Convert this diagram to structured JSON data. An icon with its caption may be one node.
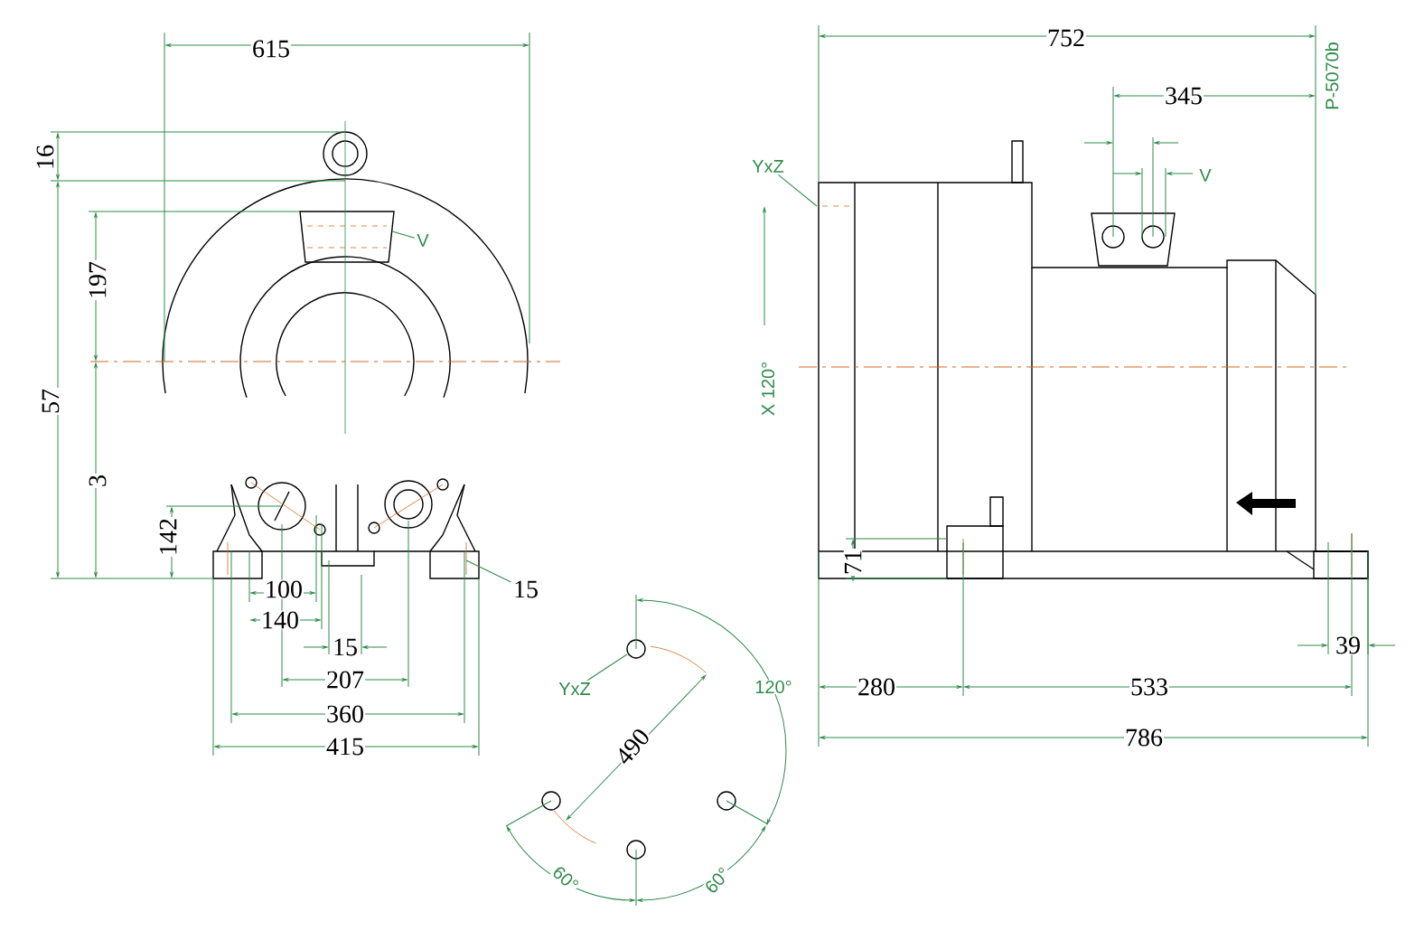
{
  "diagram": {
    "nodes": [
      {
        "text": [
          "YxZ"
        ]
      },
      {
        "text": [
          "V"
        ]
      },
      {
        "text": [
          "15"
        ]
      },
      {
        "text": [
          "YxZ"
        ]
      }
    ],
    "edges": [
      {
        "from": 0,
        "to": null,
        "arrow": "none"
      },
      {
        "from": 1,
        "to": null,
        "arrow": "none"
      },
      {
        "from": 2,
        "to": null,
        "arrow": "none"
      },
      {
        "from": 3,
        "to": null,
        "arrow": "none"
      }
    ],
    "labels": [
      "615",
      "752",
      "16",
      "P-5070b",
      "345",
      "V",
      "197",
      "57",
      "X 120°",
      "3",
      "142",
      "71",
      "100",
      "140",
      "15",
      "207",
      "280",
      "533",
      "39",
      "360",
      "120°",
      "415",
      "786",
      "490",
      "60°",
      "60°"
    ]
  }
}
